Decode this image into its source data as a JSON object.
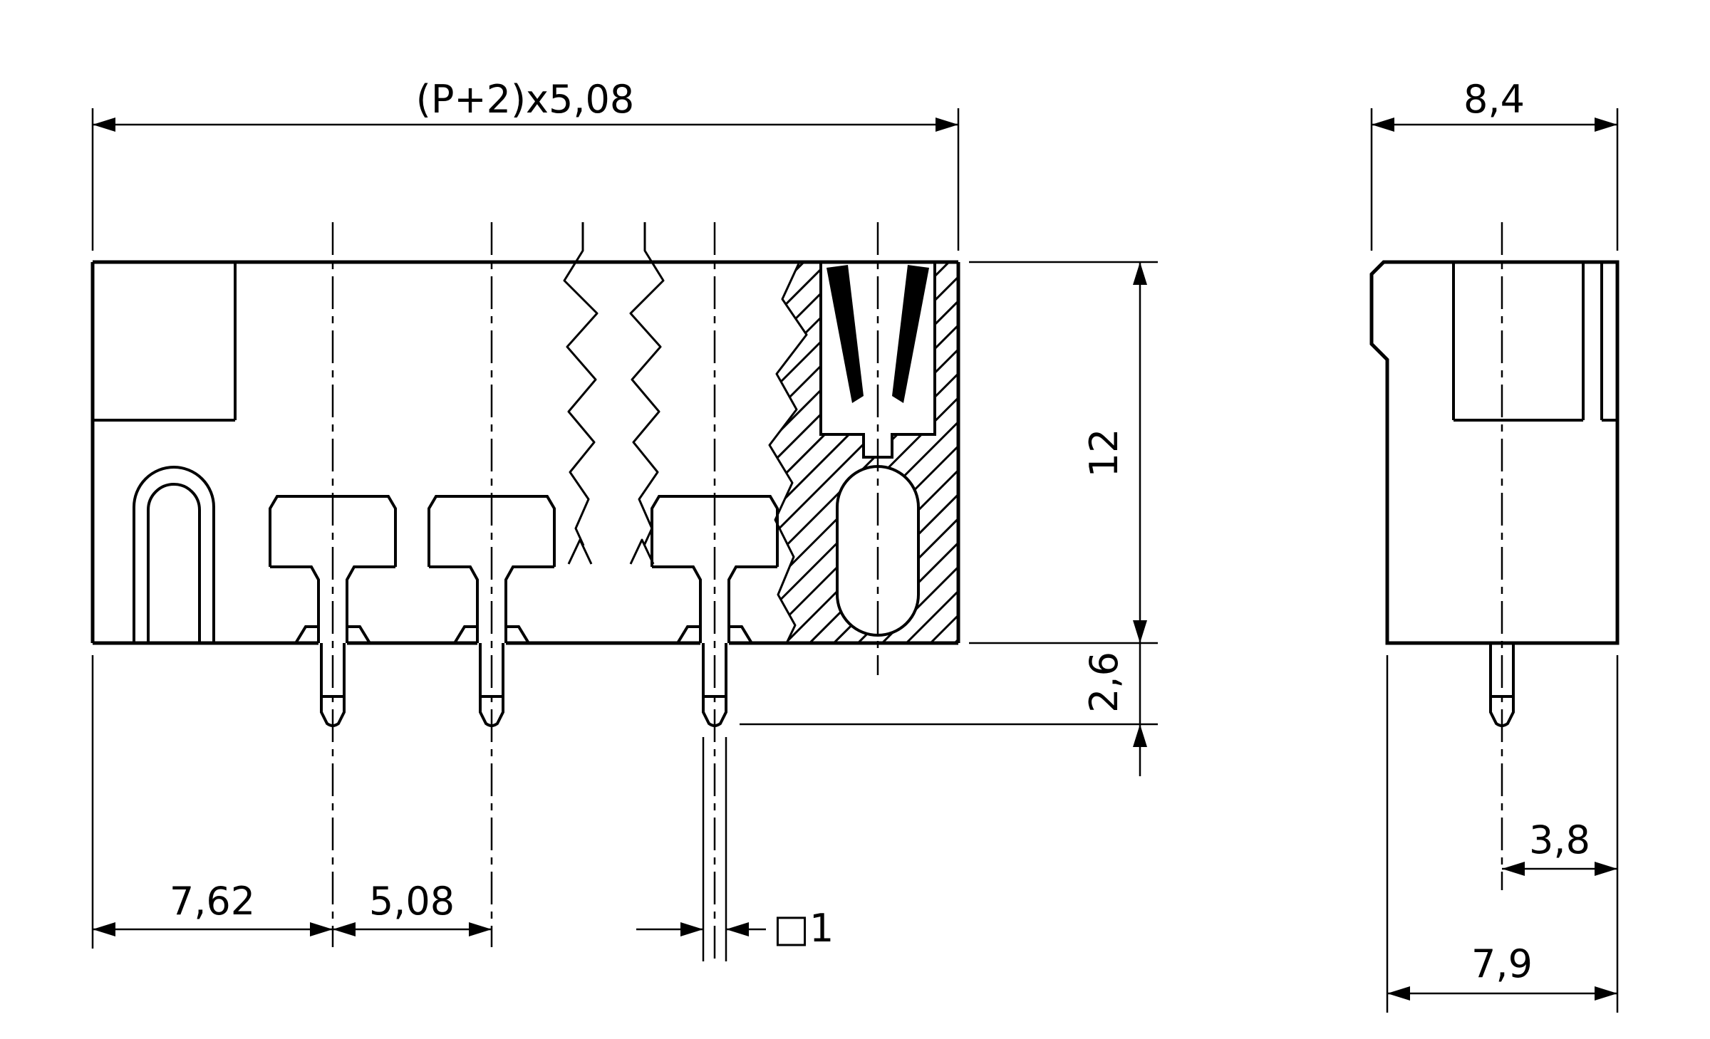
{
  "front_view": {
    "dim_total_width": "(P+2)x5,08",
    "dim_height": "12",
    "dim_pin_length": "2,6",
    "dim_first_pitch": "7,62",
    "dim_pitch": "5,08",
    "dim_pin_square": "□1"
  },
  "side_view": {
    "dim_width": "8,4",
    "dim_pin_to_edge": "3,8",
    "dim_depth": "7,9"
  }
}
